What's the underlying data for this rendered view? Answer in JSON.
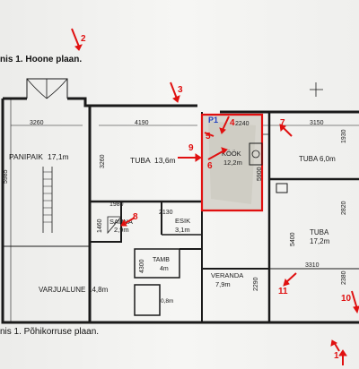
{
  "captions": {
    "top": "nis 1. Hoone plaan.",
    "bottom": "nis 1. Põhikorruse plaan."
  },
  "rooms": [
    {
      "name": "PANIPAIK",
      "area": "17,1m"
    },
    {
      "name": "TUBA",
      "area": "13,6m"
    },
    {
      "name": "KÖÖK",
      "area": "12,2m"
    },
    {
      "name": "TUBA",
      "area": "6,0m"
    },
    {
      "name": "SAUNA",
      "area": "2,9m"
    },
    {
      "name": "ESIK",
      "area": "3,1m"
    },
    {
      "name": "TUBA",
      "area": "17,2m"
    },
    {
      "name": "TAMB",
      "area": "4m"
    },
    {
      "name": "VARJUALUNE",
      "area": "14,8m"
    },
    {
      "name": "VERANDA",
      "area": "7,9m"
    },
    {
      "name": "",
      "area": "0,8m"
    }
  ],
  "dimensions": [
    "3260",
    "4190",
    "3150",
    "1930",
    "3260",
    "5985",
    "2240",
    "5900",
    "2820",
    "1980",
    "2130",
    "1460",
    "5400",
    "3310",
    "2380",
    "2290",
    "4300"
  ],
  "markers": [
    "2",
    "3",
    "7",
    "P1",
    "5",
    "4",
    "9",
    "6",
    "8",
    "11",
    "10",
    "1"
  ],
  "highlight_color": "#e01010",
  "wall_color": "#1a1a1a"
}
